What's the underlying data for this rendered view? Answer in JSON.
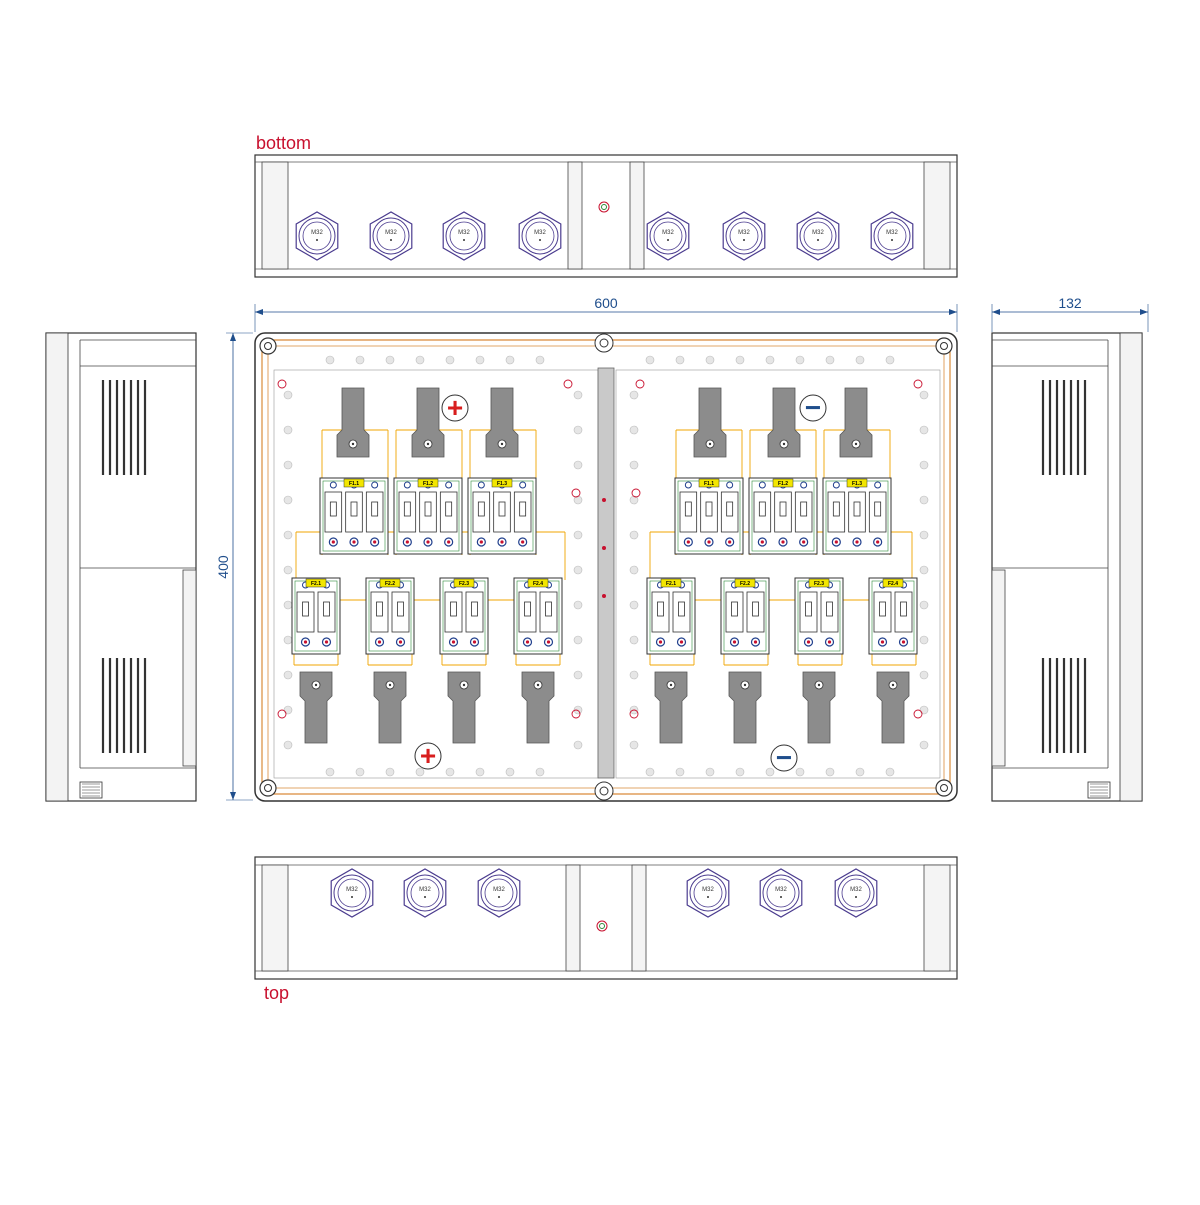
{
  "views": {
    "bottom_label": "bottom",
    "top_label": "top"
  },
  "dimensions": {
    "width": "600",
    "height": "400",
    "depth": "132"
  },
  "glands": {
    "label": "M32",
    "bottom_count": 8,
    "top_count": 6
  },
  "fuses": {
    "upper_left": [
      "F1.1",
      "F1.2",
      "F1.3"
    ],
    "upper_right": [
      "F1.1",
      "F1.2",
      "F1.3"
    ],
    "lower_left": [
      "F2.1",
      "F2.2",
      "F2.3",
      "F2.4"
    ],
    "lower_right": [
      "F2.1",
      "F2.2",
      "F2.3",
      "F2.4"
    ]
  },
  "polarity": {
    "left": "+",
    "right": "−"
  },
  "colors": {
    "dimension": "#1f4e8c",
    "label": "#c8102e",
    "gland": "#4b3c8f",
    "wiring": "#f0a500",
    "seal": "#d98b3a",
    "fuse_tag": "#f2e600",
    "busbar": "#8c8c8c",
    "plus_symbol": "#d81e1e",
    "minus_symbol": "#1f4e8c"
  }
}
